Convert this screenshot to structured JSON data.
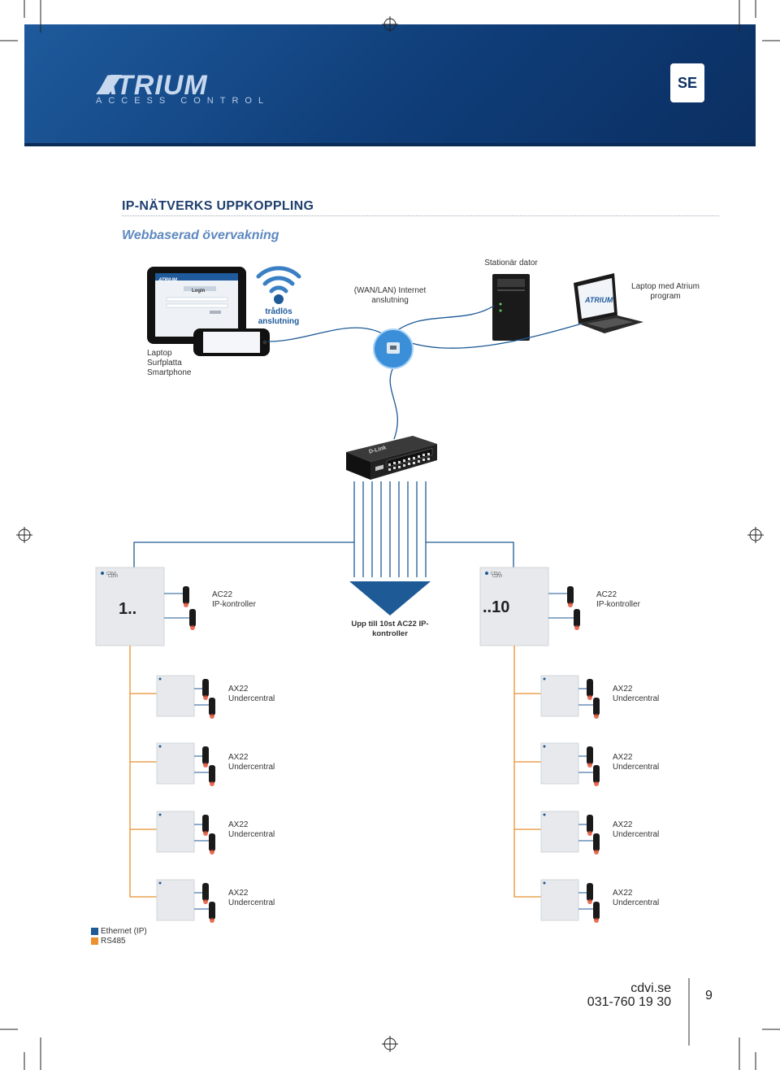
{
  "header": {
    "logo_text": "ATRIUM",
    "logo_sub": "ACCESS CONTROL",
    "lang_badge": "SE"
  },
  "title": "IP-NÄTVERKS UPPKOPPLING",
  "subtitle": "Webbaserad övervakning",
  "devices": {
    "wireless": "trådlös anslutning",
    "wan": "(WAN/LAN) Internet anslutning",
    "desktop": "Stationär dator",
    "laptop_atrium": "Laptop med Atrium program",
    "mobile": "Laptop Surfplatta Smartphone",
    "tablet_screen_title": "Login",
    "tablet_logo": "ATRIUM"
  },
  "controllers": [
    {
      "number": "1..",
      "model": "AC22",
      "type": "IP-kontroller"
    },
    {
      "number": "..10",
      "model": "AC22",
      "type": "IP-kontroller"
    }
  ],
  "switch_label": "D-Link",
  "arrow_label": "Upp till 10st AC22 IP-kontroller",
  "panel_brand": "CDVI",
  "subunits": {
    "model": "AX22",
    "type": "Undercentral"
  },
  "legend": [
    {
      "label": "Ethernet (IP)",
      "color": "#1d5a96"
    },
    {
      "label": "RS485",
      "color": "#e8912e"
    }
  ],
  "colors": {
    "ethernet": "#1d5a96",
    "rs485": "#e8912e",
    "header": "#0f3d78"
  },
  "footer": {
    "web": "cdvi.se",
    "phone": "031-760 19 30",
    "page": "9"
  }
}
